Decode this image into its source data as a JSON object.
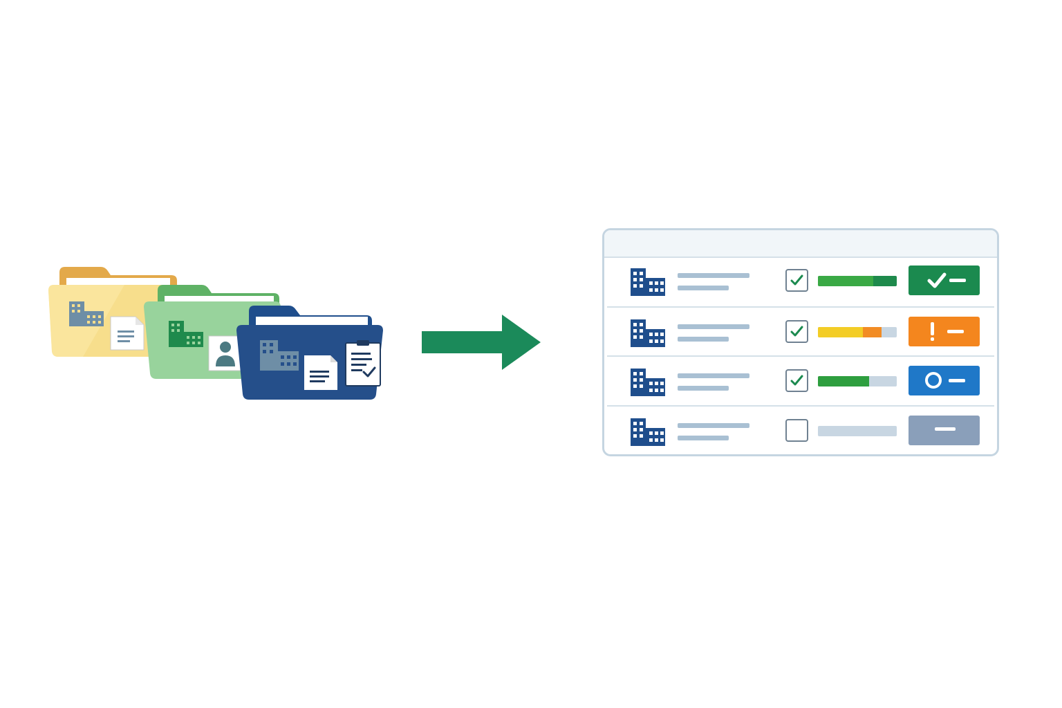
{
  "diagram": {
    "source": {
      "folders": [
        {
          "id": "yellow",
          "color": "#f7de8c",
          "tab_color": "#e3a94a",
          "icon": "building-icon",
          "doc": "document-icon"
        },
        {
          "id": "green",
          "color": "#98d39c",
          "tab_color": "#5fb266",
          "icon": "building-icon",
          "doc": "person-card-icon"
        },
        {
          "id": "blue",
          "color": "#1f4e8c",
          "tab_color": "#1f4e8c",
          "icon": "building-icon",
          "doc": "clipboard-check-icon"
        }
      ]
    },
    "arrow": {
      "color": "#1b8a5a",
      "icon": "arrow-right-icon"
    },
    "table": {
      "rows": [
        {
          "checked": true,
          "progress": [
            {
              "color": "#3aa945",
              "value": 0.7
            },
            {
              "color": "#1e8a4c",
              "value": 0.3
            }
          ],
          "status": {
            "color": "#1b8a4f",
            "icon": "check-icon"
          }
        },
        {
          "checked": true,
          "progress": [
            {
              "color": "#f3cd26",
              "value": 0.57
            },
            {
              "color": "#f28c24",
              "value": 0.24
            }
          ],
          "status": {
            "color": "#f4861e",
            "icon": "exclamation-icon"
          }
        },
        {
          "checked": true,
          "progress": [
            {
              "color": "#2e9e3f",
              "value": 0.65
            }
          ],
          "status": {
            "color": "#1f78c8",
            "icon": "circle-icon"
          }
        },
        {
          "checked": false,
          "progress": [],
          "status": {
            "color": "#8a9fba",
            "icon": "dash-icon"
          }
        }
      ]
    }
  }
}
